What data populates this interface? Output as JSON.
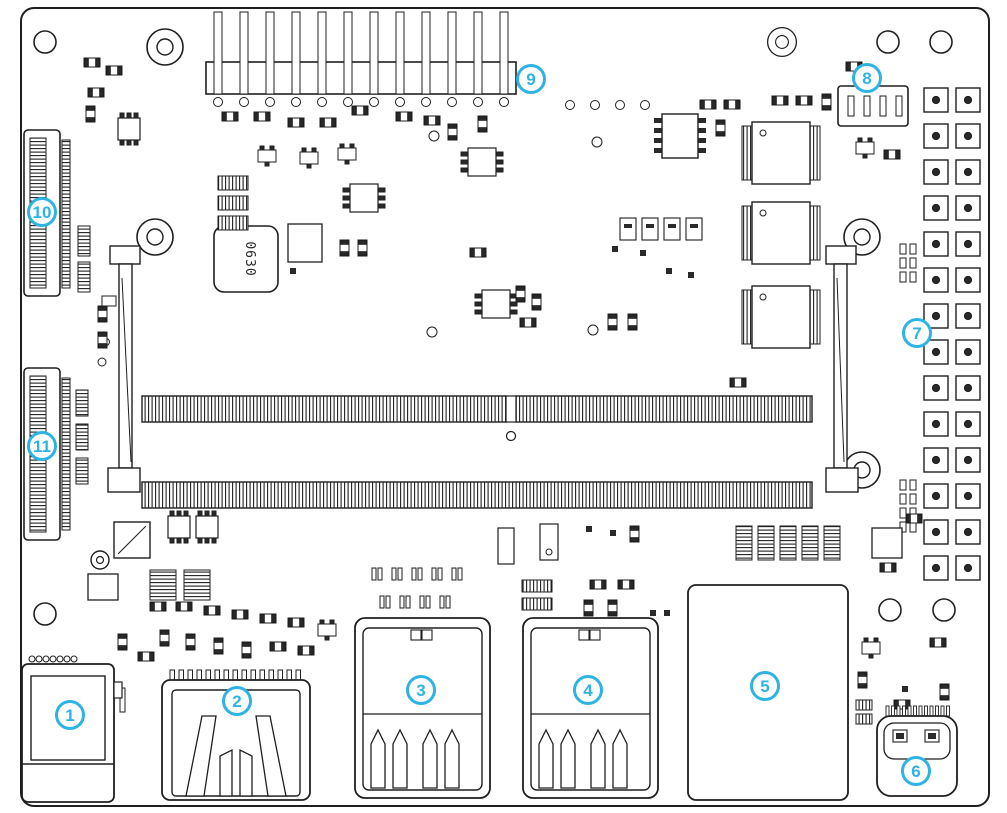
{
  "diagram": {
    "type": "pcb-connector-callout-diagram",
    "description": "Top view line drawing of a single-board computer PCB with numbered connector callouts",
    "accent_color": "#2eb3e3",
    "ink_color": "#1f1f1f",
    "callouts": [
      {
        "n": "1",
        "name": "dc-power-jack"
      },
      {
        "n": "2",
        "name": "hdmi-port"
      },
      {
        "n": "3",
        "name": "usb-stacked-port-left"
      },
      {
        "n": "4",
        "name": "usb-stacked-port-right"
      },
      {
        "n": "5",
        "name": "ethernet-port"
      },
      {
        "n": "6",
        "name": "usb-c-port"
      },
      {
        "n": "7",
        "name": "gpio-pin-header"
      },
      {
        "n": "8",
        "name": "fan-header"
      },
      {
        "n": "9",
        "name": "long-pin-header"
      },
      {
        "n": "10",
        "name": "fpc-connector-upper"
      },
      {
        "n": "11",
        "name": "fpc-connector-lower"
      }
    ],
    "component_labels": {
      "inductor": "0630"
    }
  }
}
